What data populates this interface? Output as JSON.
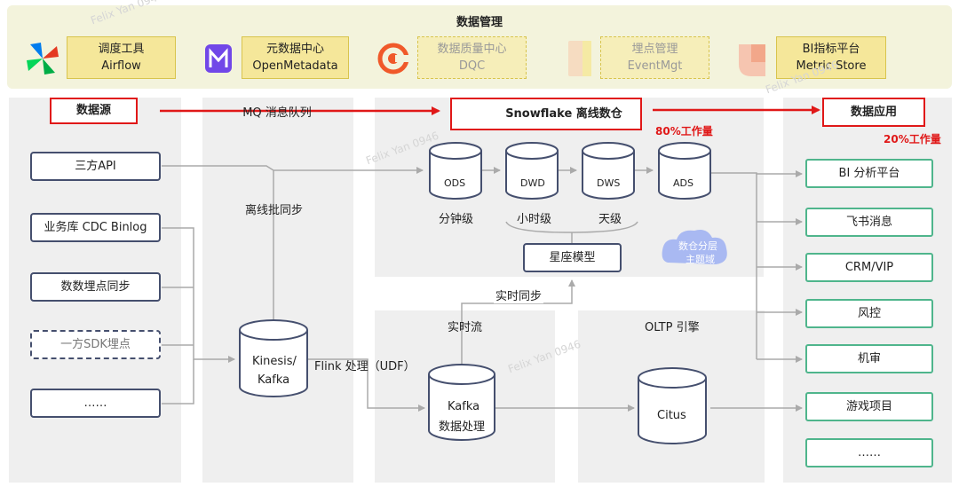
{
  "top": {
    "title": "数据管理",
    "tools": [
      {
        "line1": "调度工具",
        "line2": "Airflow",
        "icon": "airflow-icon"
      },
      {
        "line1": "元数据中心",
        "line2": "OpenMetadata",
        "icon": "openmetadata-icon"
      },
      {
        "line1": "数据质量中心",
        "line2": "DQC",
        "icon": "dqc-icon"
      },
      {
        "line1": "埋点管理",
        "line2": "EventMgt",
        "icon": "eventmgt-icon"
      },
      {
        "line1": "BI指标平台",
        "line2": "Metric Store",
        "icon": "metric-store-icon"
      }
    ]
  },
  "sections": {
    "source": "数据源",
    "mq": "MQ 消息队列",
    "warehouse": "Snowflake 离线数仓",
    "apps": "数据应用"
  },
  "sources": [
    "三方API",
    "业务库 CDC Binlog",
    "数数埋点同步",
    "一方SDK埋点",
    "……"
  ],
  "mq": {
    "line1": "Kinesis/",
    "line2": "Kafka",
    "batch_sync": "离线批同步",
    "flink": "Flink 处理（UDF）"
  },
  "warehouse": {
    "layers": [
      "ODS",
      "DWD",
      "DWS",
      "ADS"
    ],
    "granularity": [
      "分钟级",
      "小时级",
      "天级"
    ],
    "star_model": "星座模型",
    "cloud_line1": "数仓分层",
    "cloud_line2": "主题域",
    "workload": "80%工作量",
    "realtime_sync": "实时同步"
  },
  "realtime": {
    "title": "实时流",
    "line1": "Kafka",
    "line2": "数据处理"
  },
  "oltp": {
    "title": "OLTP 引擎",
    "db": "Citus"
  },
  "apps": {
    "workload": "20%工作量",
    "items": [
      "BI 分析平台",
      "飞书消息",
      "CRM/VIP",
      "风控",
      "机审",
      "游戏项目",
      "……"
    ]
  },
  "watermark": "Felix Yan 0946",
  "colors": {
    "red": "#e01818",
    "teal": "#4fb58c",
    "navy": "#454f6e",
    "yellow": "#f5e79a"
  }
}
